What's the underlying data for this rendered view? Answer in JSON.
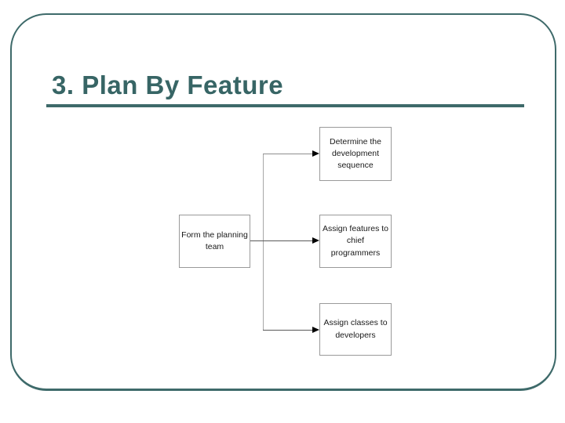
{
  "slide": {
    "title": "3. Plan By Feature",
    "accent_color": "#3e6a6a",
    "title_color": "#376565"
  },
  "diagram": {
    "type": "flowchart",
    "nodes": [
      {
        "id": "form-planning-team",
        "label": "Form the planning team"
      },
      {
        "id": "determine-development-sequence",
        "label": "Determine the development sequence"
      },
      {
        "id": "assign-features-chief-programmers",
        "label": "Assign features to chief programmers"
      },
      {
        "id": "assign-classes-developers",
        "label": "Assign classes to developers"
      }
    ],
    "edges": [
      {
        "from": "form-planning-team",
        "to": "determine-development-sequence"
      },
      {
        "from": "form-planning-team",
        "to": "assign-features-chief-programmers"
      },
      {
        "from": "form-planning-team",
        "to": "assign-classes-developers"
      }
    ]
  }
}
